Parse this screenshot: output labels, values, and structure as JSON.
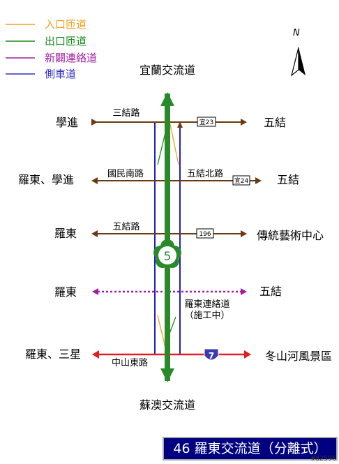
{
  "legend": [
    {
      "label": "入口匝道",
      "color": "#f0a020"
    },
    {
      "label": "出口匝道",
      "color": "#1a8a1a"
    },
    {
      "label": "新闢連絡道",
      "color": "#a020a0"
    },
    {
      "label": "側車道",
      "color": "#3030c0"
    }
  ],
  "compass": {
    "letter": "N"
  },
  "freeway": {
    "north": "宜蘭交流道",
    "south": "蘇澳交流道",
    "shield": "5",
    "color": "#2a8a2a"
  },
  "crossroads": [
    {
      "left": "學進",
      "name": "三結路",
      "route": "宜23",
      "right": "五結"
    },
    {
      "left": "羅東、學進",
      "name": "國民南路",
      "name_right": "五結北路",
      "route": "宜24",
      "right": "五結"
    },
    {
      "left": "羅東",
      "name": "五結路",
      "route": "196",
      "right": "傳統藝術中心"
    },
    {
      "left": "羅東",
      "right": "五結",
      "note_line1": "羅東連絡道",
      "note_line2": "（施工中）"
    },
    {
      "left": "羅東、三星",
      "name": "中山東路",
      "route": "7",
      "right": "冬山河風景區"
    }
  ],
  "title": "46 羅東交流道（分離式）",
  "id_tag": "#82596",
  "colors": {
    "road": "#6b3a10",
    "hwy7": "#e02020",
    "frontage": "#2020c0",
    "link": "#a020a0",
    "title_bg": "#000080"
  }
}
